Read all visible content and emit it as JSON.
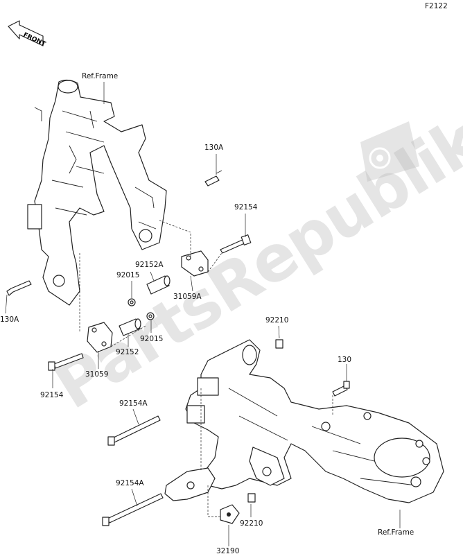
{
  "diagram_code": "F2122",
  "front_label": "FRONT",
  "watermark": {
    "text": "PartsRepublik",
    "icon": "gear-flag-icon",
    "color": "#b4b4b4"
  },
  "ref_labels": {
    "top": "Ref.Frame",
    "bottom": "Ref.Frame"
  },
  "parts": {
    "p130A_top": "130A",
    "p130A_left": "130A",
    "p92154_top": "92154",
    "p92154_left": "92154",
    "p92152A": "92152A",
    "p92015_a": "92015",
    "p31059A": "31059A",
    "p92015_b": "92015",
    "p92152": "92152",
    "p31059": "31059",
    "p92210_top": "92210",
    "p130": "130",
    "p92154A_a": "92154A",
    "p92154A_b": "92154A",
    "p92210_bottom": "92210",
    "p32190": "32190"
  }
}
